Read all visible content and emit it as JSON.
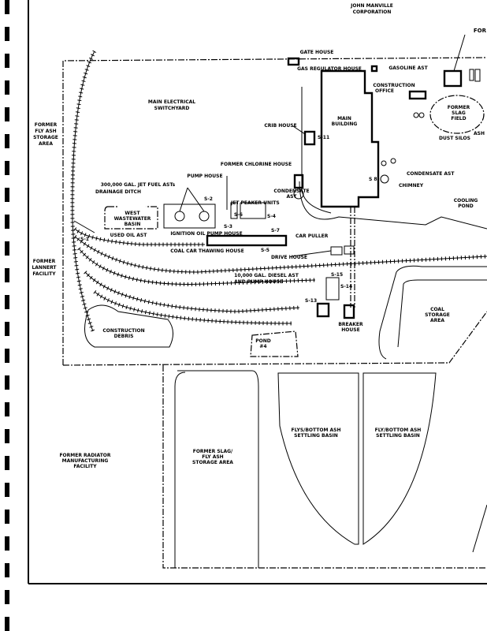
{
  "map": {
    "neighbor_north": [
      "JOHN MANVILLE",
      "CORPORATION"
    ],
    "neighbor_northeast": "FOR",
    "labels": {
      "gate_house": "GATE HOUSE",
      "gas_regulator_house": "GAS REGULATOR HOUSE",
      "gasoline_ast": "GASOLINE AST",
      "construction_office": [
        "CONSTRUCTION",
        "OFFICE"
      ],
      "main_building": [
        "MAIN",
        "BUILDING"
      ],
      "former_slag_field": [
        "FORMER",
        "SLAG",
        "FIELD"
      ],
      "dust_silos": "DUST SILOS",
      "ash": "ASH",
      "main_electrical_switchyard": [
        "MAIN ELECTRICAL",
        "SWITCHYARD"
      ],
      "former_fly_ash_storage_area": [
        "FORMER",
        "FLY ASH",
        "STORAGE",
        "AREA"
      ],
      "crib_house": "CRIB HOUSE",
      "former_chlorine_house": "FORMER CHLORINE HOUSE",
      "pump_house": "PUMP HOUSE",
      "jet_fuel_asts": "300,000 GAL. JET FUEL ASTs",
      "drainage_ditch": "DRAINAGE DITCH",
      "condensate_ast_west": [
        "CONDENSATE",
        "AST"
      ],
      "condensate_ast_east": "CONDENSATE AST",
      "chimney": "CHIMNEY",
      "jet_peaker_units": "JET PEAKER UNITS",
      "west_wastewater_basin": [
        "WEST",
        "WASTEWATER",
        "BASIN"
      ],
      "cooling_pond": [
        "COOLING",
        "POND"
      ],
      "used_oil_ast": "USED OIL AST",
      "ignition_oil_pump_house": "IGNITION OIL PUMP HOUSE",
      "car_puller": "CAR PULLER",
      "coal_car_thawing_house": "COAL CAR THAWING HOUSE",
      "drive_house": "DRIVE HOUSE",
      "former_lannert_facility": [
        "FORMER",
        "LANNERT",
        "FACILITY"
      ],
      "diesel_ast": [
        "10,000 GAL. DIESEL AST",
        "AND PUMP HOUSE"
      ],
      "coal_storage_area": [
        "COAL",
        "STORAGE",
        "AREA"
      ],
      "breaker_house": [
        "BREAKER",
        "HOUSE"
      ],
      "construction_debris": [
        "CONSTRUCTION",
        "DEBRIS"
      ],
      "pond_4": [
        "POND",
        "#4"
      ],
      "former_radiator_facility": [
        "FORMER RADIATOR",
        "MANUFACTURING",
        "FACILITY"
      ],
      "former_slag_fly_ash_storage": [
        "FORMER SLAG/",
        "FLY ASH",
        "STORAGE AREA"
      ],
      "settling_basin_1": [
        "FLYS/BOTTOM ASH",
        "SETTLING BASIN"
      ],
      "settling_basin_2": [
        "FLY/BOTTOM ASH",
        "SETTLING BASIN"
      ]
    },
    "sample_points": {
      "s1": "S-1",
      "s2": "S-2",
      "s3": "S-3",
      "s4": "S-4",
      "s5": "S-5",
      "s6": "S-6",
      "s7": "S-7",
      "s8": "S 8",
      "s11": "S-11",
      "s13": "S-13",
      "s14": "S-14",
      "s15": "S-15"
    }
  }
}
